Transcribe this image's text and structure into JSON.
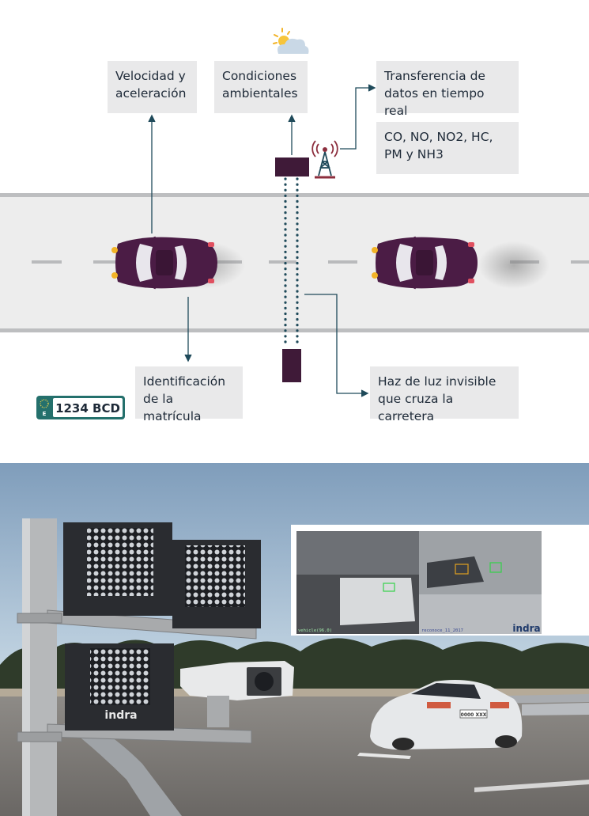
{
  "diagram": {
    "labels": {
      "speed": "Velocidad y aceleración",
      "conditions": "Condiciones ambientales",
      "transfer": "Transferencia de datos en tiempo real",
      "gases": "CO, NO, NO2, HC, PM y NH3",
      "plate_id": "Identificación de la matrícula",
      "beam": "Haz de luz invisible que cruza la carretera"
    },
    "plate": {
      "country": "E",
      "number": "1234 BCD"
    },
    "icons": [
      "sun-cloud-icon",
      "antenna-tower-icon",
      "car-icon",
      "license-plate-icon"
    ],
    "colors": {
      "car": "#4b1c45",
      "sensor": "#3f1a38",
      "arrow": "#1f4a5a",
      "box": "#e9e9ea",
      "road": "#ededed",
      "plate": "#24706c"
    }
  },
  "photo": {
    "brand": "indra",
    "inset_brand": "indra",
    "inset_caption_left": "vehicle(96.0)",
    "inset_caption_right": "reconoce_11_2017",
    "car_plate": "0000 XXX"
  }
}
